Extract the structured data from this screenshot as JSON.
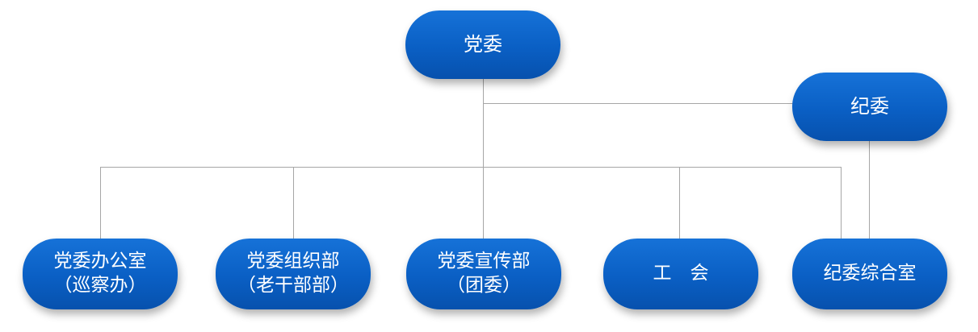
{
  "org_chart": {
    "root": {
      "label": "党委"
    },
    "side": {
      "label": "纪委"
    },
    "departments": [
      {
        "line1": "党委办公室",
        "line2": "（巡察办）"
      },
      {
        "line1": "党委组织部",
        "line2": "（老干部部）"
      },
      {
        "line1": "党委宣传部",
        "line2": "（团委）"
      },
      {
        "line1": "工　会",
        "line2": ""
      },
      {
        "line1": "纪委综合室",
        "line2": ""
      }
    ],
    "colors": {
      "node_fill": "#0a5fc4",
      "node_text": "#ffffff",
      "connector": "#a6a6a6"
    }
  }
}
